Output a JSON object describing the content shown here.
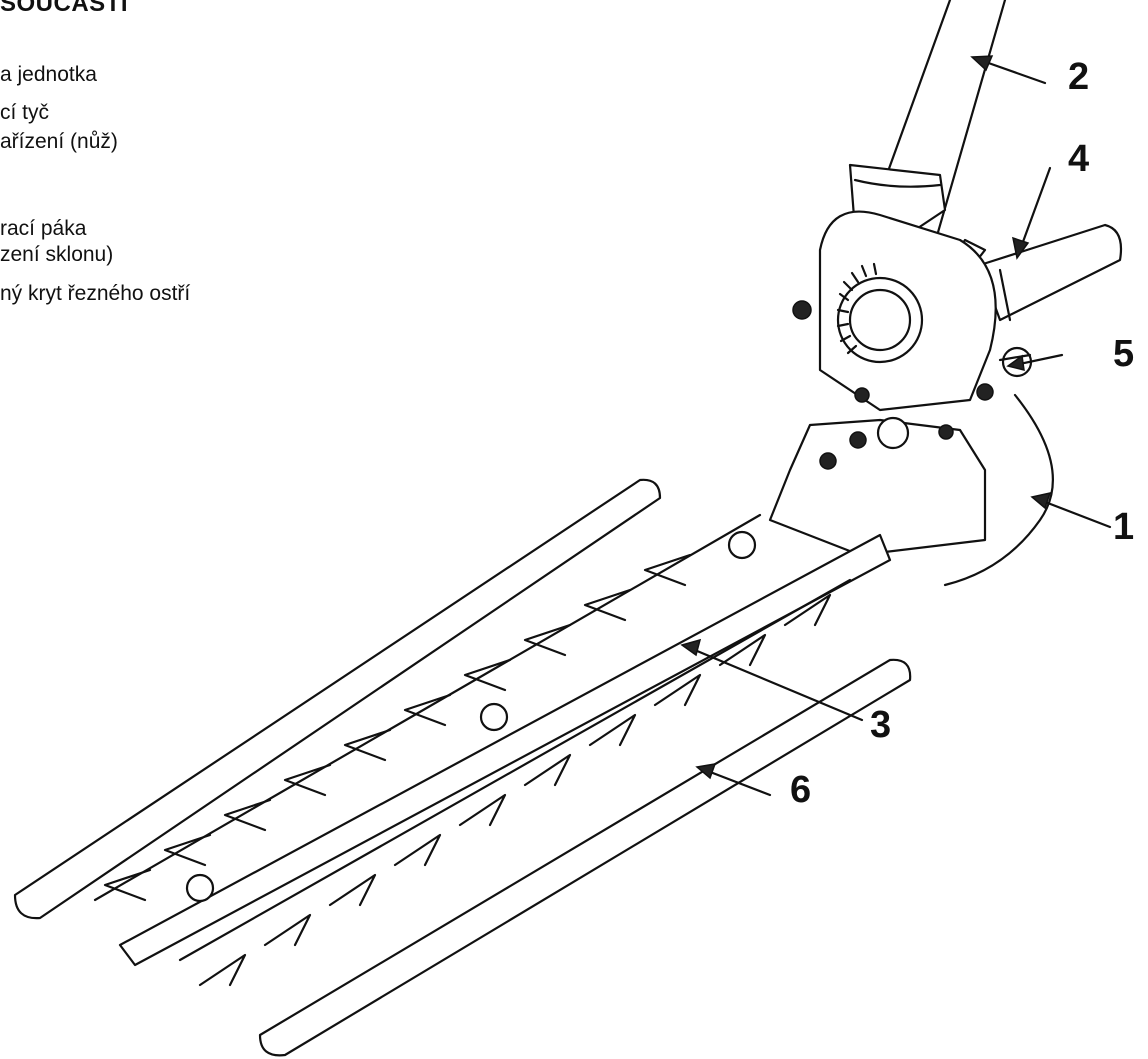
{
  "heading": "SOUČÁSTI",
  "legend": [
    "a jednotka",
    "cí tyč",
    "ařízení (nůž)",
    "rací páka",
    "zení sklonu)",
    "ný kryt řezného ostří"
  ],
  "callouts": [
    "1",
    "2",
    "3",
    "4",
    "5",
    "6"
  ]
}
